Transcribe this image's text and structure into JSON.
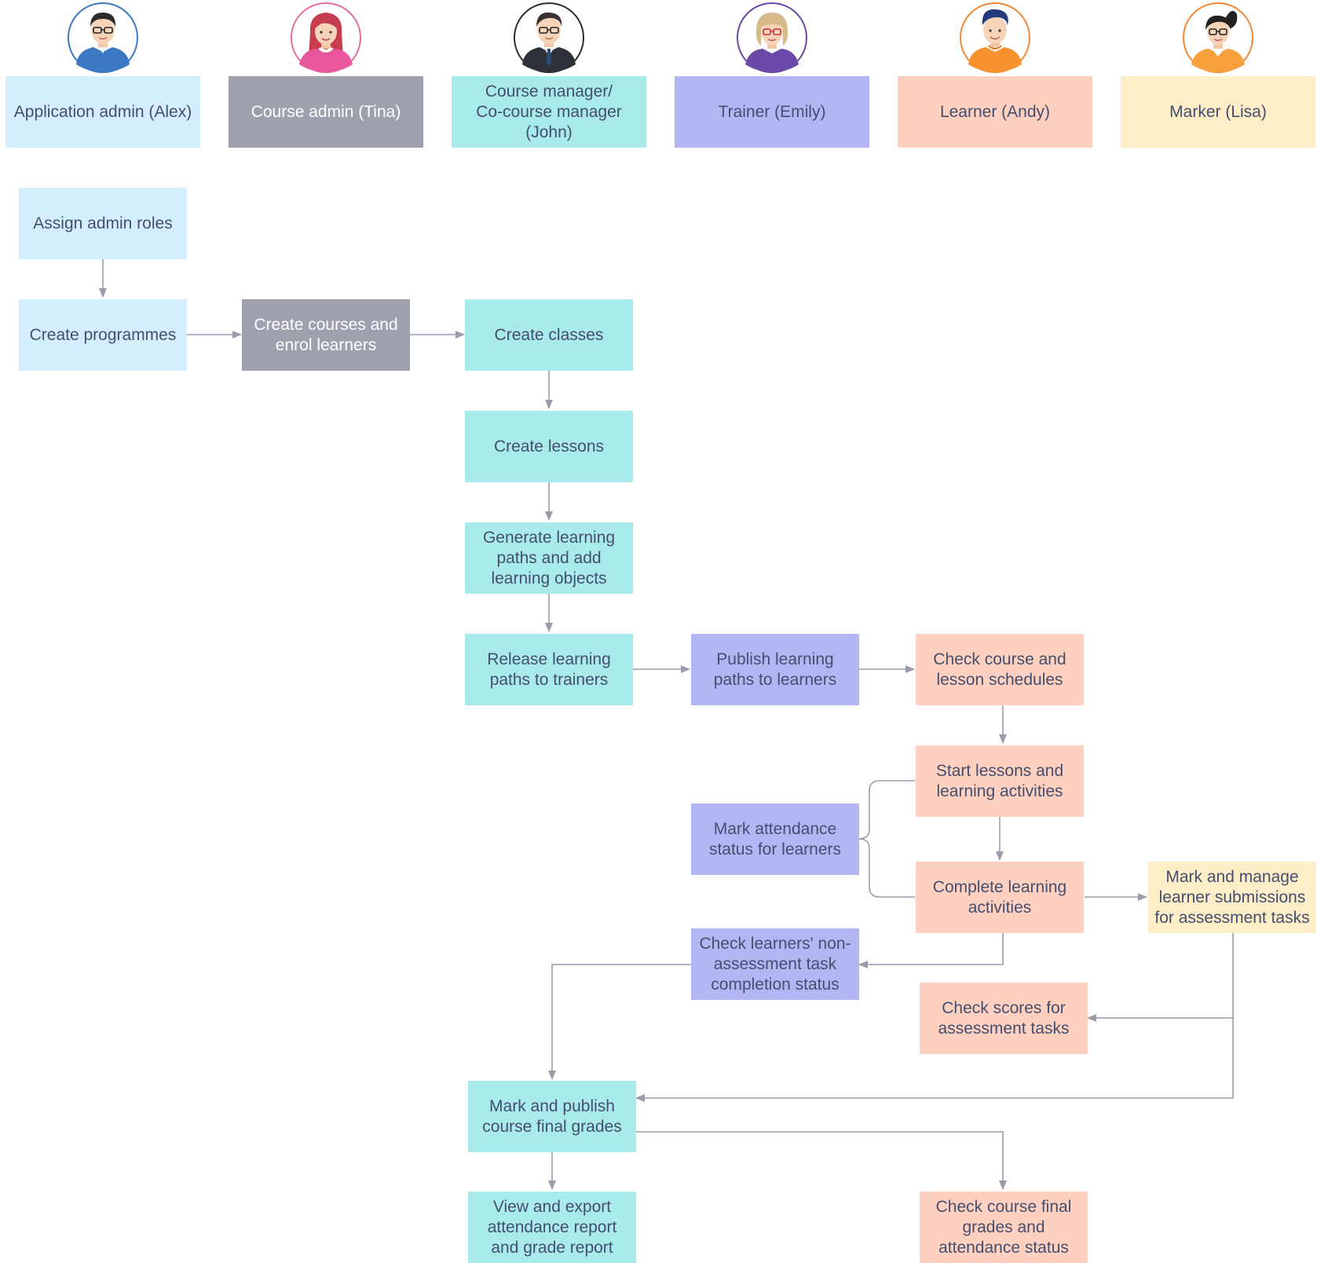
{
  "roles": [
    {
      "id": "app-admin",
      "label": "Application admin (Alex)",
      "avatar": "man-blue-glasses-icon",
      "ring": "#3c78c4"
    },
    {
      "id": "course-admin",
      "label": "Course admin (Tina)",
      "avatar": "woman-pink-icon",
      "ring": "#e26ea3"
    },
    {
      "id": "course-manager",
      "label": "Course manager/\nCo-course manager\n(John)",
      "avatar": "man-suit-icon",
      "ring": "#2d2d2d"
    },
    {
      "id": "trainer",
      "label": "Trainer (Emily)",
      "avatar": "woman-purple-glasses-icon",
      "ring": "#6a4aa0"
    },
    {
      "id": "learner",
      "label": "Learner (Andy)",
      "avatar": "man-orange-icon",
      "ring": "#f08a3a"
    },
    {
      "id": "marker",
      "label": "Marker (Lisa)",
      "avatar": "woman-orange-glasses-icon",
      "ring": "#f08a3a"
    }
  ],
  "steps": [
    {
      "id": "assign-admin-roles",
      "label": "Assign admin roles",
      "role": "app-admin"
    },
    {
      "id": "create-programmes",
      "label": "Create programmes",
      "role": "app-admin"
    },
    {
      "id": "create-courses",
      "label": "Create courses and\nenrol learners",
      "role": "course-admin"
    },
    {
      "id": "create-classes",
      "label": "Create classes",
      "role": "course-manager"
    },
    {
      "id": "create-lessons",
      "label": "Create lessons",
      "role": "course-manager"
    },
    {
      "id": "generate-paths",
      "label": "Generate learning\npaths and add\nlearning objects",
      "role": "course-manager"
    },
    {
      "id": "release-paths",
      "label": "Release learning\npaths to trainers",
      "role": "course-manager"
    },
    {
      "id": "publish-paths",
      "label": "Publish learning\npaths to learners",
      "role": "trainer"
    },
    {
      "id": "check-schedules",
      "label": "Check course and\nlesson schedules",
      "role": "learner"
    },
    {
      "id": "start-lessons",
      "label": "Start lessons and\nlearning activities",
      "role": "learner"
    },
    {
      "id": "mark-attendance",
      "label": "Mark attendance\nstatus for learners",
      "role": "trainer"
    },
    {
      "id": "complete-activities",
      "label": "Complete learning\nactivities",
      "role": "learner"
    },
    {
      "id": "mark-submissions",
      "label": "Mark and manage\nlearner submissions\nfor assessment tasks",
      "role": "marker"
    },
    {
      "id": "check-completion",
      "label": "Check learners' non-\nassessment task\ncompletion status",
      "role": "trainer"
    },
    {
      "id": "check-scores",
      "label": "Check scores for\nassessment tasks",
      "role": "learner"
    },
    {
      "id": "publish-grades",
      "label": "Mark and publish\ncourse final grades",
      "role": "course-manager"
    },
    {
      "id": "export-reports",
      "label": "View and export\nattendance report\nand grade report",
      "role": "course-manager"
    },
    {
      "id": "check-final",
      "label": "Check course final\ngrades and\nattendance status",
      "role": "learner"
    }
  ],
  "colors": {
    "app-admin": "#d3eefc",
    "course-admin": "#9fa0ae",
    "course-manager": "#a9eaea",
    "trainer": "#b4b6f4",
    "learner": "#fdd0bf",
    "marker": "#fdeec8",
    "connector": "#9a9cab",
    "text": "#444e6e"
  }
}
